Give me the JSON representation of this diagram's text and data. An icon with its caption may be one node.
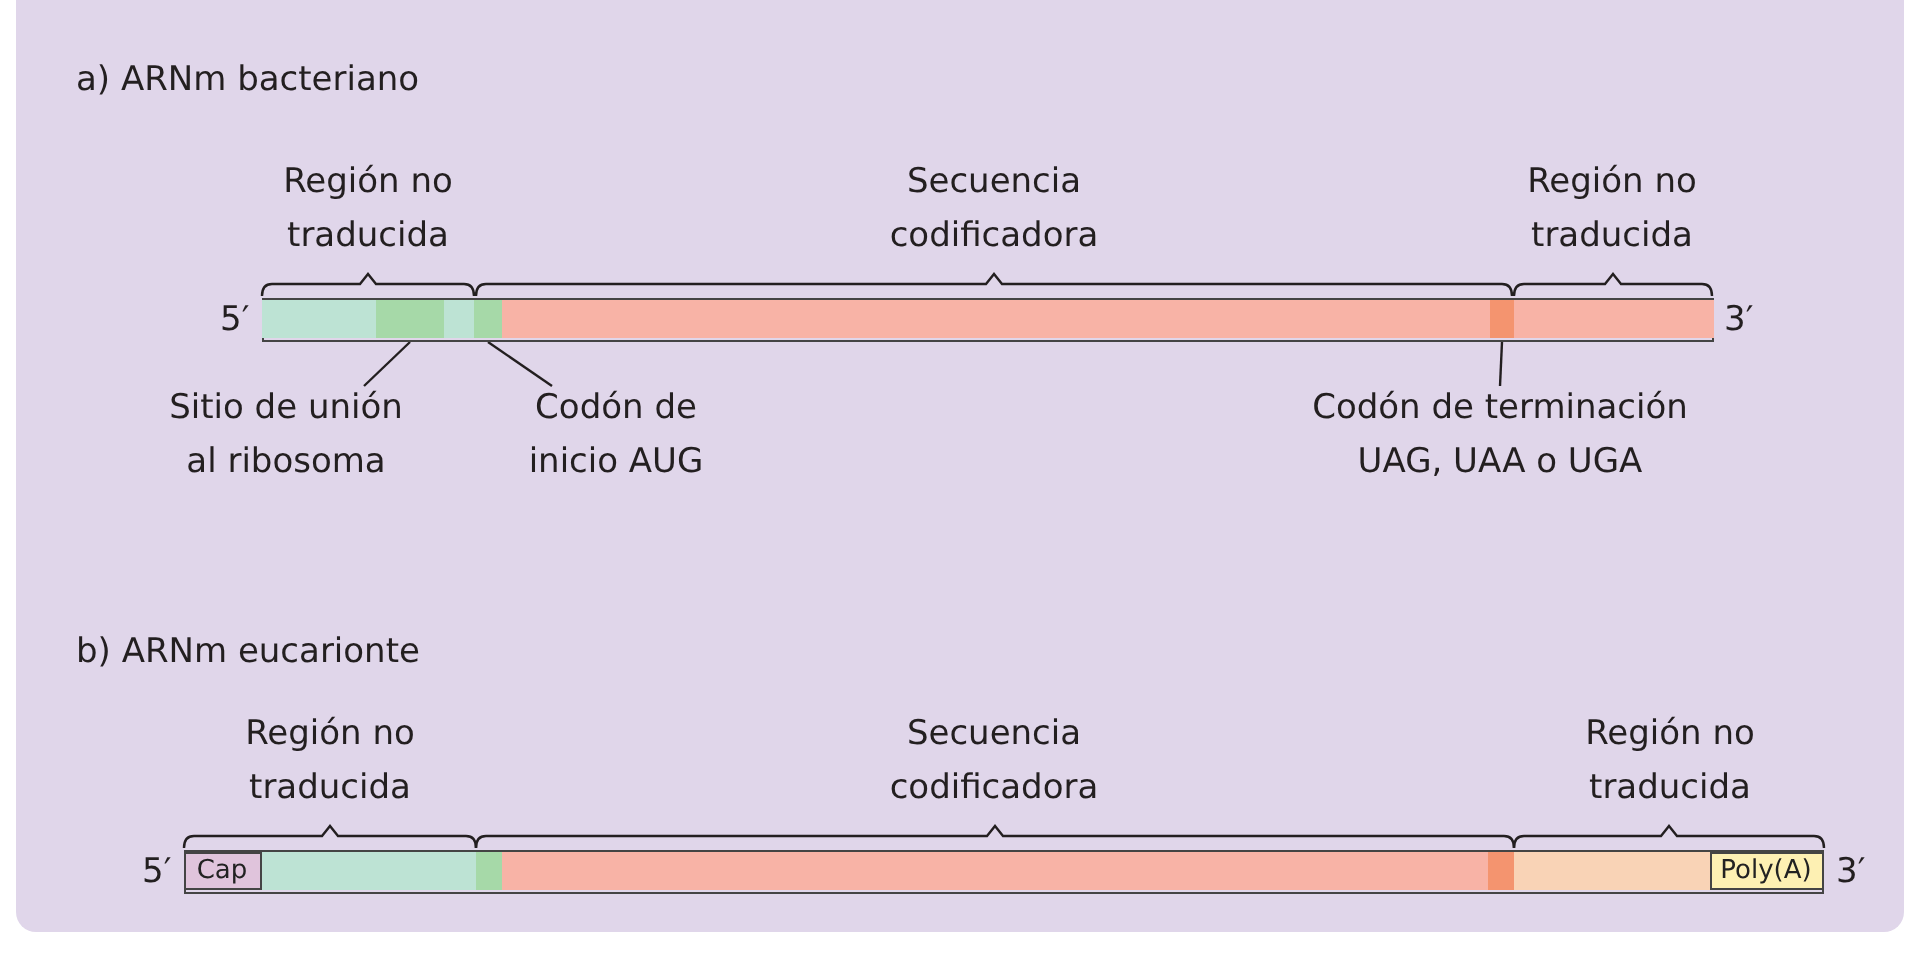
{
  "diagram": {
    "nodes": [
      {
        "text": [],
        "shape": "bar"
      },
      {
        "text": [],
        "shape": "bar"
      },
      {
        "text": [],
        "shape": "bar"
      },
      {
        "text": [],
        "shape": "bar"
      },
      {
        "text": [],
        "shape": "bar"
      },
      {
        "text": [],
        "shape": "bar"
      },
      {
        "text": [],
        "shape": "bar"
      },
      {
        "text": [
          "Sitio de unión al ribosoma"
        ]
      },
      {
        "text": [
          "Codón de inicio AUG"
        ]
      },
      {
        "text": [
          "Codón de terminación UAG, UAA o UGA"
        ]
      },
      {
        "text": [
          "Cap"
        ]
      },
      {
        "text": [],
        "shape": "bar"
      },
      {
        "text": [],
        "shape": "bar"
      },
      {
        "text": [],
        "shape": "bar"
      },
      {
        "text": [],
        "shape": "bar"
      },
      {
        "text": [],
        "shape": "bar"
      },
      {
        "text": [
          "Poly(A)"
        ]
      }
    ],
    "edges": [
      {
        "from": 7,
        "to": 1,
        "arrow": "none"
      },
      {
        "from": 8,
        "to": 3,
        "arrow": "none"
      },
      {
        "from": 9,
        "to": 5,
        "arrow": "none"
      }
    ],
    "labels": [
      "a) ARNm bacteriano",
      "Región no traducida",
      "Secuencia codificadora",
      "Región no traducida",
      "5′",
      "3′",
      "b) ARNm eucarionte",
      "Región no traducida",
      "Secuencia codificadora",
      "Región no traducida",
      "5′",
      "3′"
    ]
  }
}
